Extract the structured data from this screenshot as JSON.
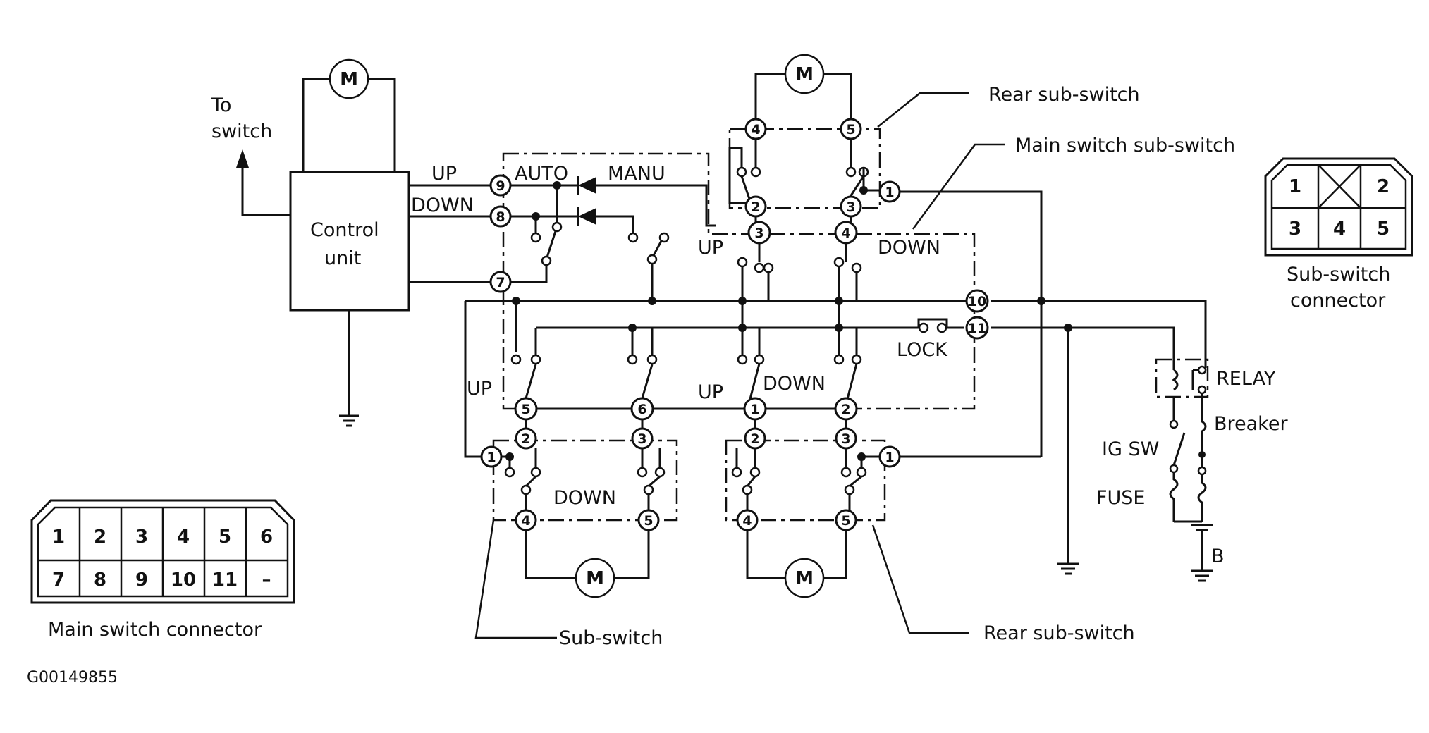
{
  "labels": {
    "to_switch_1": "To",
    "to_switch_2": "switch",
    "control_unit_1": "Control",
    "control_unit_2": "unit",
    "up": "UP",
    "down": "DOWN",
    "auto": "AUTO",
    "manu": "MANU",
    "lock": "LOCK",
    "relay": "RELAY",
    "breaker": "Breaker",
    "ig_sw": "IG SW",
    "fuse": "FUSE",
    "battery": "B",
    "rear_sub_switch_top": "Rear sub-switch",
    "main_switch_sub_switch": "Main switch sub-switch",
    "sub_switch": "Sub-switch",
    "rear_sub_switch_bottom": "Rear sub-switch",
    "figure_id": "G00149855"
  },
  "motor_symbol": "M",
  "main_switch_connector": {
    "caption": "Main switch connector",
    "row1": [
      "1",
      "2",
      "3",
      "4",
      "5",
      "6"
    ],
    "row2": [
      "7",
      "8",
      "9",
      "10",
      "11",
      "–"
    ]
  },
  "sub_switch_connector": {
    "caption_1": "Sub-switch",
    "caption_2": "connector",
    "row1": [
      "1",
      "",
      "2"
    ],
    "row2": [
      "3",
      "4",
      "5"
    ]
  },
  "pins": {
    "main_9": "9",
    "main_8": "8",
    "main_7": "7",
    "main_10": "10",
    "main_11": "11",
    "main_5": "5",
    "main_6": "6",
    "main_1": "1",
    "main_2": "2",
    "main_3": "3",
    "main_4": "4"
  }
}
